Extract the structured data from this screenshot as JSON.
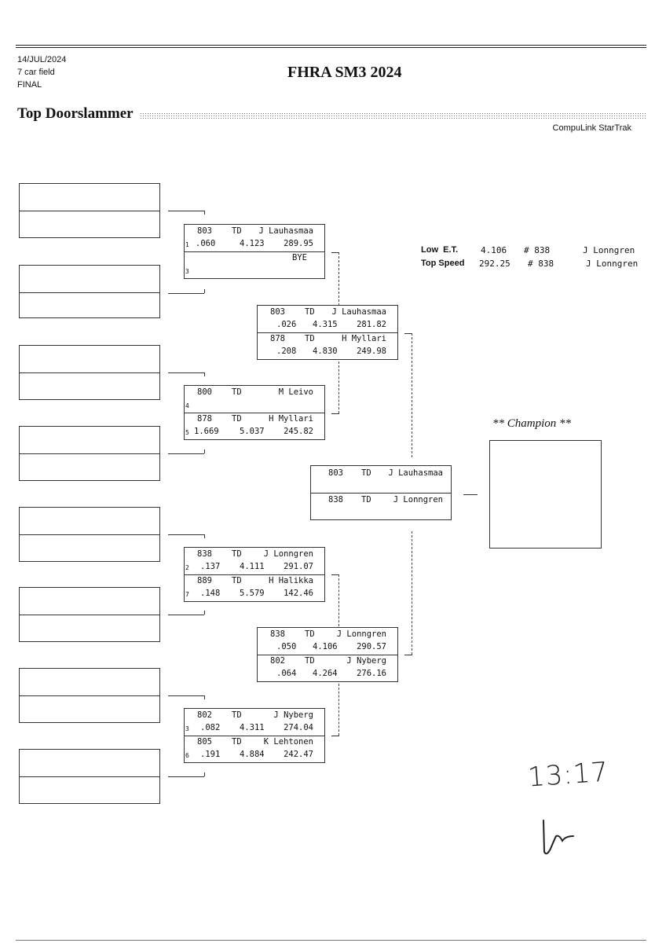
{
  "header": {
    "date": "14/JUL/2024",
    "field": "7 car field",
    "round": "FINAL",
    "title": "FHRA SM3 2024",
    "class_name": "Top Doorslammer",
    "vendor": "CompuLink StarTrak"
  },
  "round1": [
    {
      "top": {
        "seed": "1",
        "car": "803",
        "cls": "TD",
        "name": "J Lauhasmaa",
        "rt": ".060",
        "et": "4.123",
        "mph": "289.95"
      },
      "bottom": {
        "seed": "3",
        "car": "",
        "cls": "",
        "name": "BYE",
        "rt": "",
        "et": "",
        "mph": ""
      }
    },
    {
      "top": {
        "seed": "4",
        "car": "800",
        "cls": "TD",
        "name": "M Leivo",
        "rt": "",
        "et": "",
        "mph": ""
      },
      "bottom": {
        "seed": "5",
        "car": "878",
        "cls": "TD",
        "name": "H Myllari",
        "rt": "1.669",
        "et": "5.037",
        "mph": "245.82"
      }
    },
    {
      "top": {
        "seed": "2",
        "car": "838",
        "cls": "TD",
        "name": "J Lonngren",
        "rt": ".137",
        "et": "4.111",
        "mph": "291.07"
      },
      "bottom": {
        "seed": "7",
        "car": "889",
        "cls": "TD",
        "name": "H Halikka",
        "rt": ".148",
        "et": "5.579",
        "mph": "142.46"
      }
    },
    {
      "top": {
        "seed": "3",
        "car": "802",
        "cls": "TD",
        "name": "J Nyberg",
        "rt": ".082",
        "et": "4.311",
        "mph": "274.04"
      },
      "bottom": {
        "seed": "6",
        "car": "805",
        "cls": "TD",
        "name": "K Lehtonen",
        "rt": ".191",
        "et": "4.884",
        "mph": "242.47"
      }
    }
  ],
  "semis": [
    {
      "top": {
        "car": "803",
        "cls": "TD",
        "name": "J Lauhasmaa",
        "rt": ".026",
        "et": "4.315",
        "mph": "281.82"
      },
      "bottom": {
        "car": "878",
        "cls": "TD",
        "name": "H Myllari",
        "rt": ".208",
        "et": "4.830",
        "mph": "249.98"
      }
    },
    {
      "top": {
        "car": "838",
        "cls": "TD",
        "name": "J Lonngren",
        "rt": ".050",
        "et": "4.106",
        "mph": "290.57"
      },
      "bottom": {
        "car": "802",
        "cls": "TD",
        "name": "J Nyberg",
        "rt": ".064",
        "et": "4.264",
        "mph": "276.16"
      }
    }
  ],
  "final": {
    "top": {
      "car": "803",
      "cls": "TD",
      "name": "J Lauhasmaa"
    },
    "bottom": {
      "car": "838",
      "cls": "TD",
      "name": "J Lonngren"
    }
  },
  "records": {
    "low_et": {
      "label": "Low  E.T.",
      "value": "4.106",
      "car": "# 838",
      "name": "J Lonngren"
    },
    "top_speed": {
      "label": "Top Speed",
      "value": "292.25",
      "car": "# 838",
      "name": "J Lonngren"
    }
  },
  "champion_label": "** Champion **",
  "handwritten": {
    "time": "13:17",
    "initials": "Jr"
  }
}
